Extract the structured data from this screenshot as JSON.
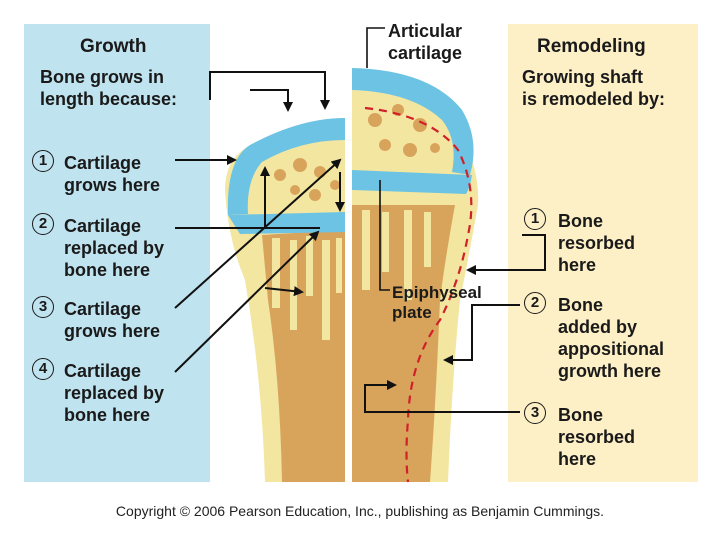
{
  "growth": {
    "title": "Growth",
    "intro": "Bone grows in\nlength because:",
    "steps": [
      {
        "num": "1",
        "text": "Cartilage\ngrows here"
      },
      {
        "num": "2",
        "text": "Cartilage\nreplaced by\nbone here"
      },
      {
        "num": "3",
        "text": "Cartilage\ngrows here"
      },
      {
        "num": "4",
        "text": "Cartilage\nreplaced by\nbone here"
      }
    ]
  },
  "remodeling": {
    "title": "Remodeling",
    "intro": "Growing shaft\nis remodeled by:",
    "steps": [
      {
        "num": "1",
        "text": "Bone\nresorbed\nhere"
      },
      {
        "num": "2",
        "text": "Bone\nadded by\nappositional\ngrowth here"
      },
      {
        "num": "3",
        "text": "Bone\nresorbed\nhere"
      }
    ]
  },
  "labels": {
    "articular_cartilage": "Articular\ncartilage",
    "epiphyseal_plate": "Epiphyseal\nplate"
  },
  "colors": {
    "growth_panel": "#bfe3ef",
    "remodel_panel": "#fdf0c7",
    "cartilage": "#6cc3e3",
    "bone_shell": "#f3e6a0",
    "spongy_bone": "#d8a45c",
    "remodel_line": "#d0202a"
  },
  "copyright": "Copyright © 2006 Pearson Education, Inc., publishing as Benjamin Cummings."
}
